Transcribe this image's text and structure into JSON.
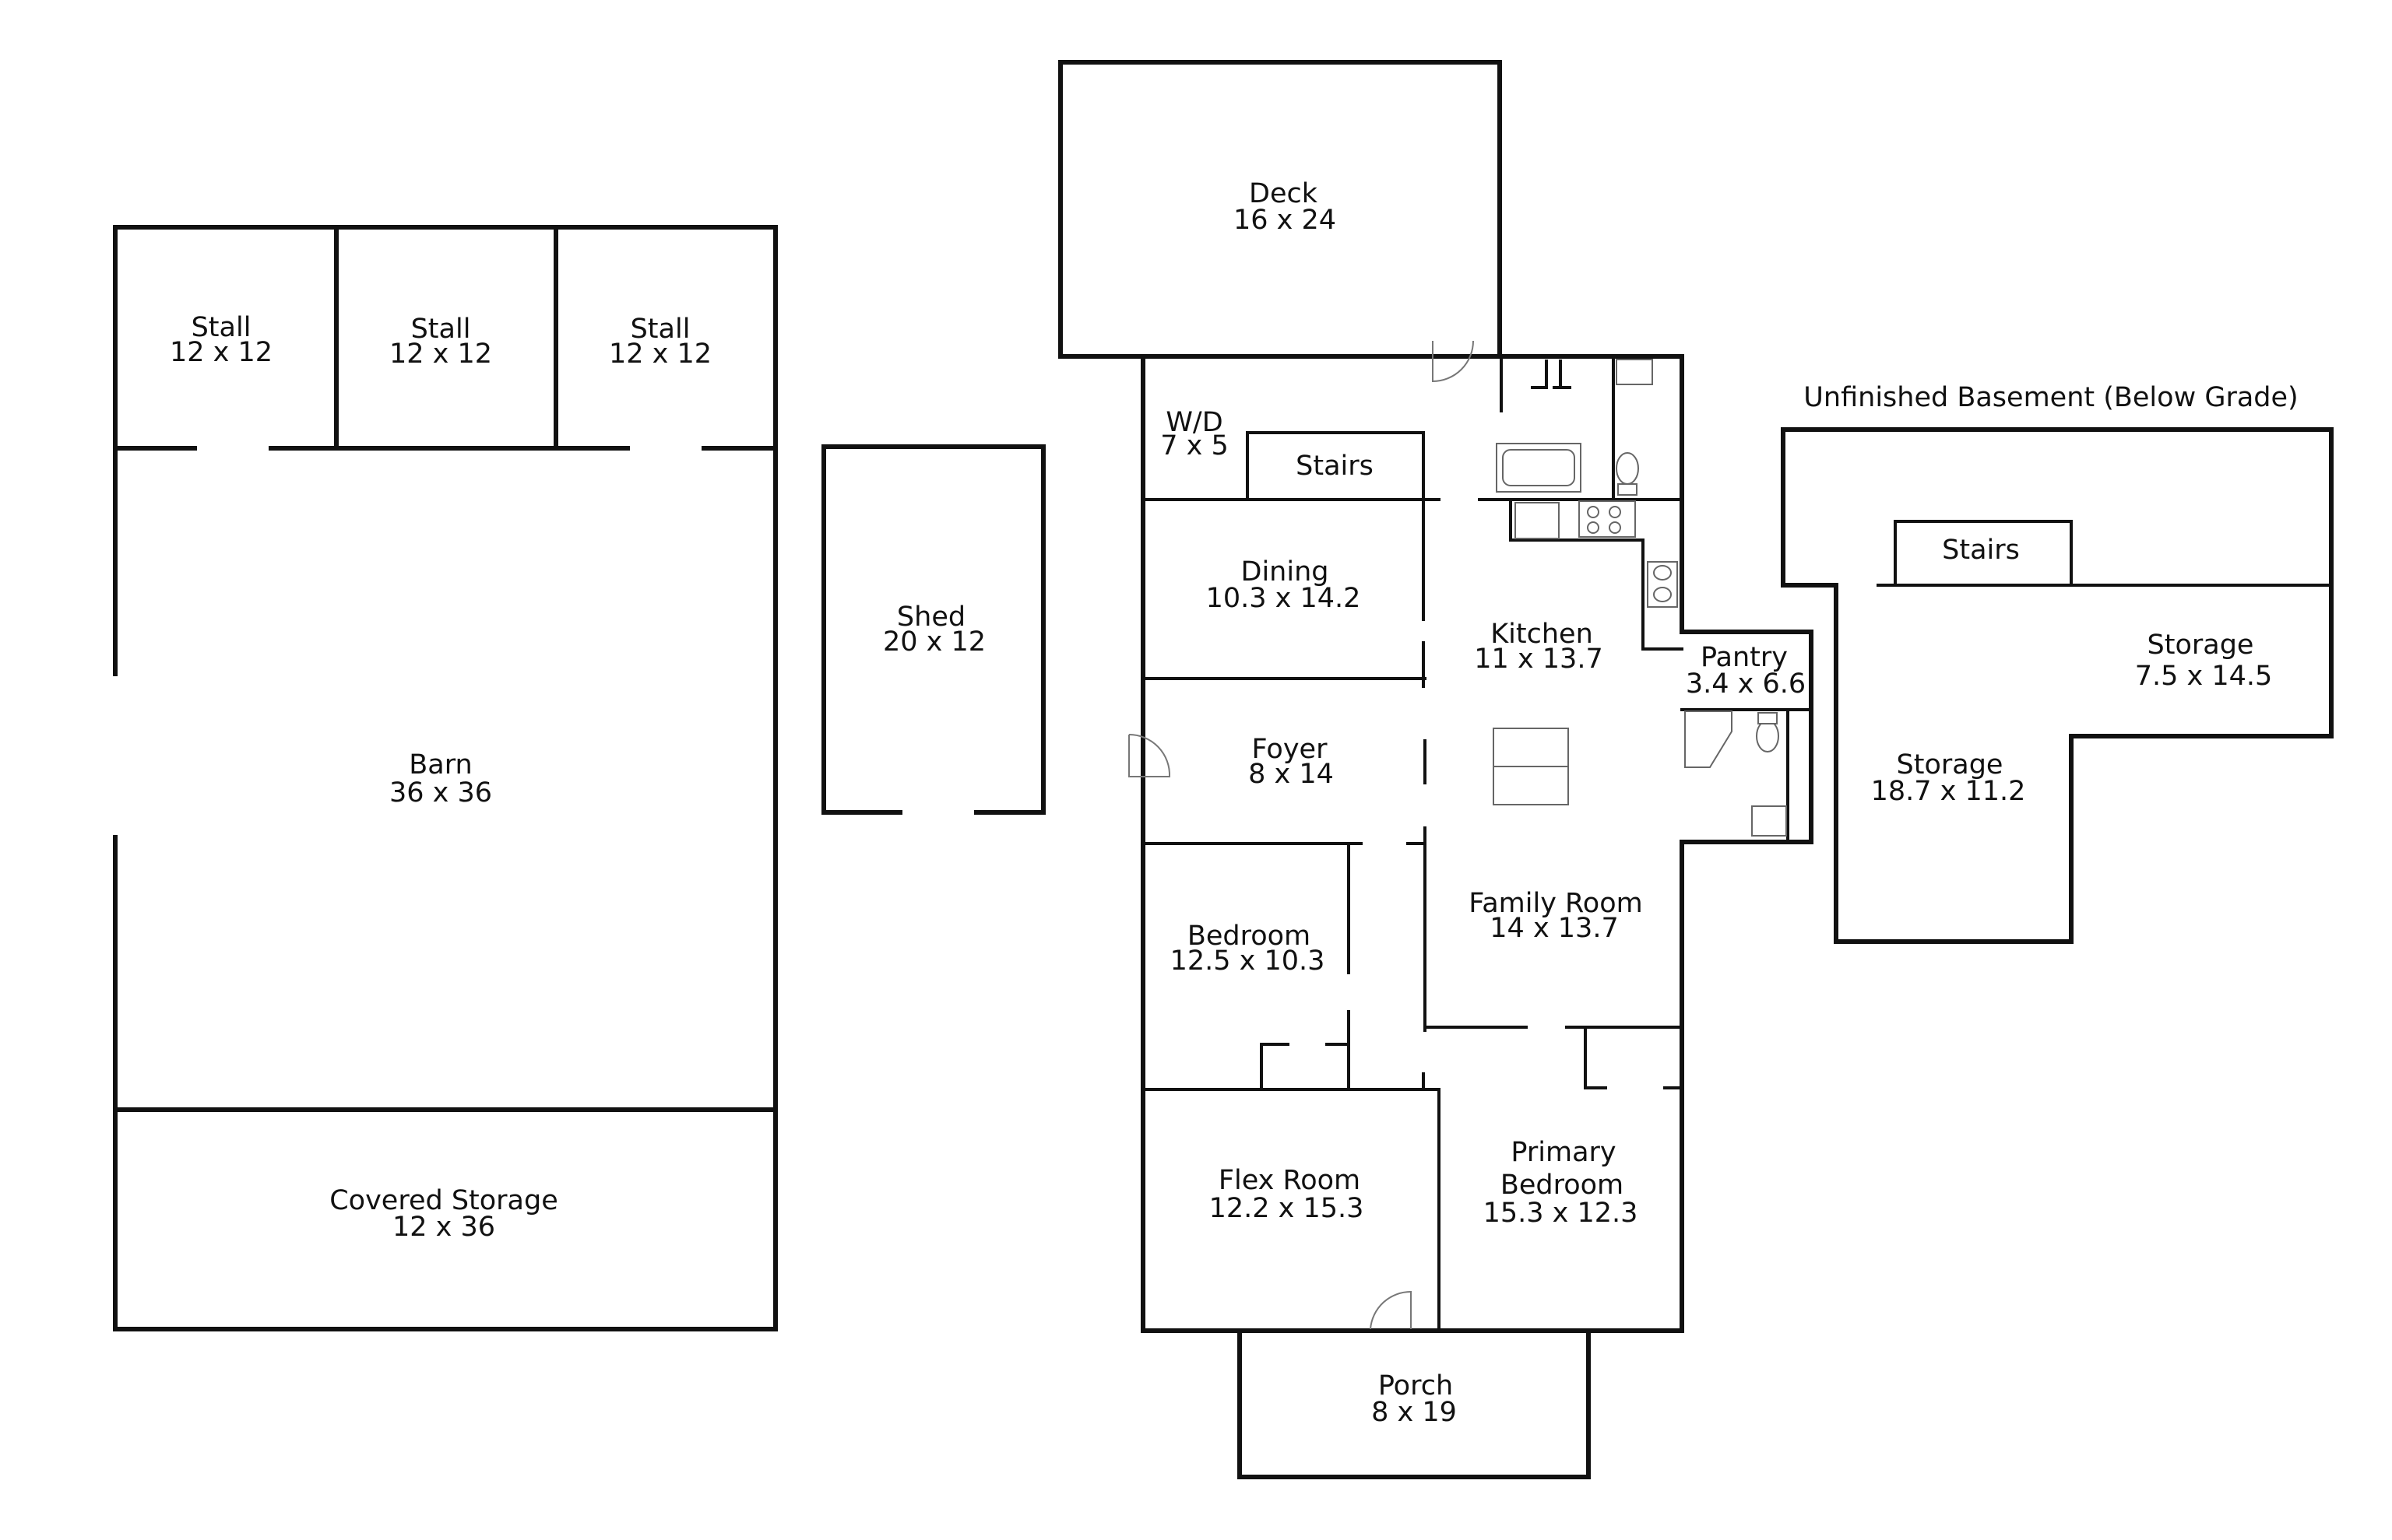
{
  "basement_title": "Unfinished Basement (Below Grade)",
  "rooms": {
    "stall1": {
      "name": "Stall",
      "size": "12 x 12"
    },
    "stall2": {
      "name": "Stall",
      "size": "12 x 12"
    },
    "stall3": {
      "name": "Stall",
      "size": "12 x 12"
    },
    "barn": {
      "name": "Barn",
      "size": "36 x 36"
    },
    "covered_storage": {
      "name": "Covered Storage",
      "size": "12 x 36"
    },
    "shed": {
      "name": "Shed",
      "size": "20 x 12"
    },
    "deck": {
      "name": "Deck",
      "size": "16 x 24"
    },
    "wd": {
      "name": "W/D",
      "size": "7 x 5"
    },
    "stairs_main": {
      "name": "Stairs"
    },
    "dining": {
      "name": "Dining",
      "size": "10.3 x 14.2"
    },
    "kitchen": {
      "name": "Kitchen",
      "size": "11 x 13.7"
    },
    "pantry": {
      "name": "Pantry",
      "size": "3.4 x 6.6"
    },
    "foyer": {
      "name": "Foyer",
      "size": "8 x 14"
    },
    "family_room": {
      "name": "Family Room",
      "size": "14 x 13.7"
    },
    "bedroom": {
      "name": "Bedroom",
      "size": "12.5 x 10.3"
    },
    "flex_room": {
      "name": "Flex Room",
      "size": "12.2 x 15.3"
    },
    "primary_bedroom": {
      "name_line1": "Primary",
      "name_line2": "Bedroom",
      "size": "15.3 x 12.3"
    },
    "porch": {
      "name": "Porch",
      "size": "8 x 19"
    },
    "stairs_basement": {
      "name": "Stairs"
    },
    "storage_small": {
      "name": "Storage",
      "size": "7.5 x 14.5"
    },
    "storage_large": {
      "name": "Storage",
      "size": "18.7 x 11.2"
    }
  }
}
